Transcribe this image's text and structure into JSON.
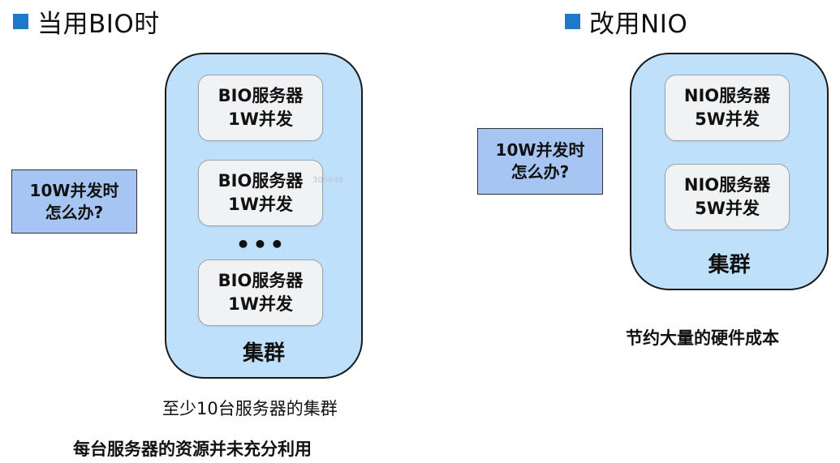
{
  "left": {
    "heading": "当用BIO时",
    "question": [
      "10W并发时",
      "怎么办?"
    ],
    "servers": [
      {
        "line1": "BIO服务器",
        "line2": "1W并发"
      },
      {
        "line1": "BIO服务器",
        "line2": "1W并发"
      },
      {
        "line1": "BIO服务器",
        "line2": "1W并发"
      }
    ],
    "ellipsis": "•••",
    "cluster_label": "集群",
    "caption1": "至少10台服务器的集群",
    "caption2": "每台服务器的资源并未充分利用"
  },
  "right": {
    "heading": "改用NIO",
    "question": [
      "10W并发时",
      "怎么办?"
    ],
    "servers": [
      {
        "line1": "NIO服务器",
        "line2": "5W并发"
      },
      {
        "line1": "NIO服务器",
        "line2": "5W并发"
      }
    ],
    "cluster_label": "集群",
    "caption": "节约大量的硬件成本"
  },
  "watermark": "306648",
  "colors": {
    "marker": "#1f78c8",
    "cluster_fill": "#bfe0fb",
    "server_fill": "#f1f2f4",
    "question_fill": "#a6c5f2"
  }
}
